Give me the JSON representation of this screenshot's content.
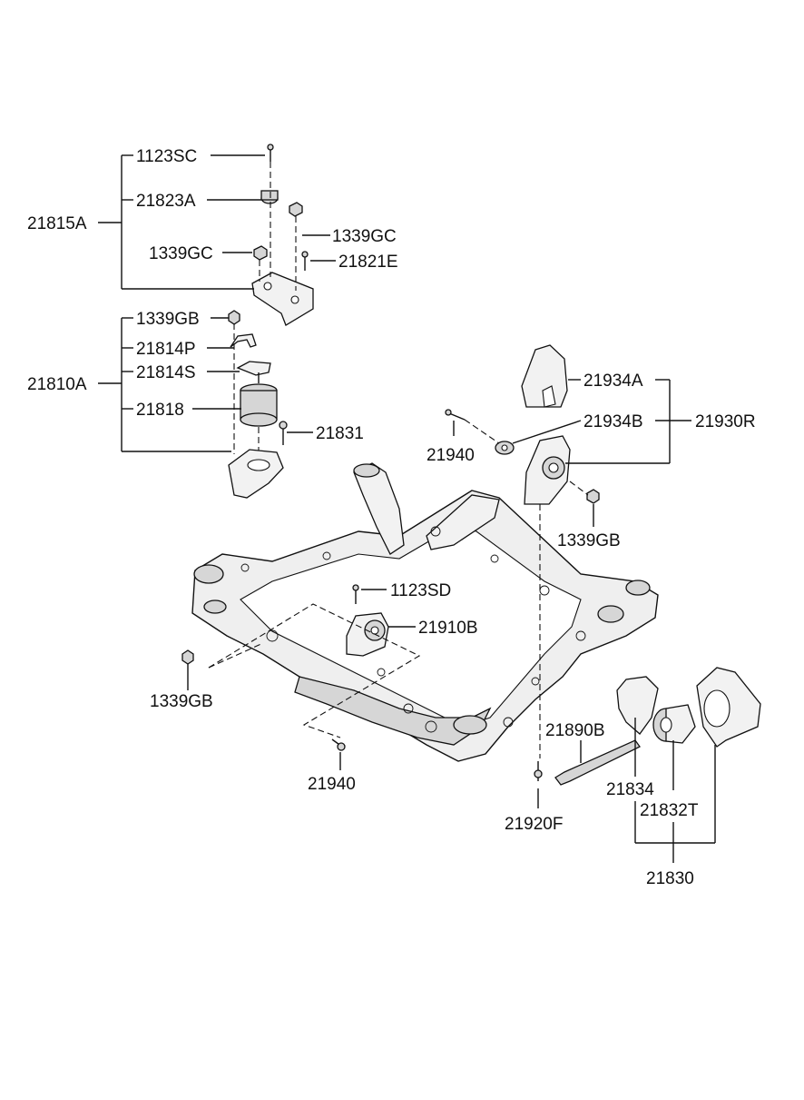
{
  "callouts": {
    "c1123SC": "1123SC",
    "c21823A": "21823A",
    "c21815A": "21815A",
    "c1339GC_right": "1339GC",
    "c1339GC_left": "1339GC",
    "c21821E": "21821E",
    "c1339GB_top": "1339GB",
    "c21814P": "21814P",
    "c21814S": "21814S",
    "c21810A": "21810A",
    "c21818": "21818",
    "c21831": "21831",
    "c21934A": "21934A",
    "c21934B": "21934B",
    "c21930R": "21930R",
    "c21940_top": "21940",
    "c1339GB_right": "1339GB",
    "c1123SD": "1123SD",
    "c21910B": "21910B",
    "c1339GB_left": "1339GB",
    "c21940_bottom": "21940",
    "c21890B": "21890B",
    "c21834": "21834",
    "c21832T": "21832T",
    "c21920F": "21920F",
    "c21830": "21830"
  }
}
